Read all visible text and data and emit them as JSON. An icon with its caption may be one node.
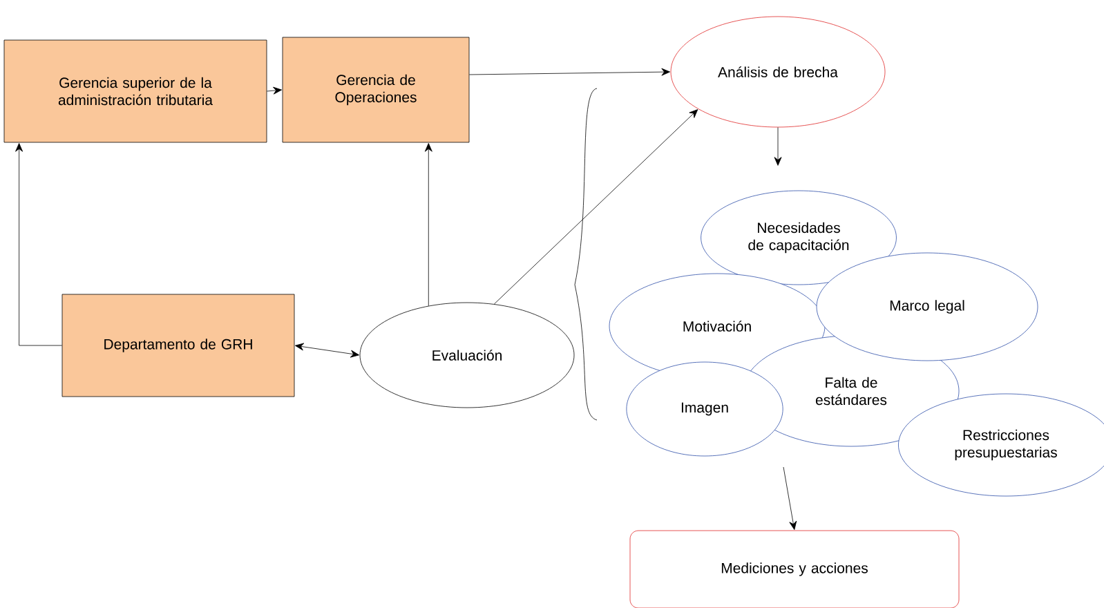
{
  "diagram": {
    "nodes": [
      {
        "text": [
          "Gerencia superior de la administración tributaria"
        ]
      },
      {
        "text": [
          "Gerencia de Operaciones"
        ]
      },
      {
        "text": [
          "Análisis de brecha"
        ]
      },
      {
        "text": [
          "Departamento de GRH"
        ]
      },
      {
        "text": [
          "Evaluación"
        ]
      },
      {
        "text": [
          "Necesidades de capacitación"
        ]
      },
      {
        "text": [
          "Motivación"
        ]
      },
      {
        "text": [
          "Marco legal"
        ]
      },
      {
        "text": [
          "Falta de estándares"
        ]
      },
      {
        "text": [
          "Imagen"
        ]
      },
      {
        "text": [
          "Restricciones presupuestarias"
        ]
      },
      {
        "text": [
          "Mediciones y acciones"
        ]
      }
    ],
    "edges": [
      {
        "from": 0,
        "to": 1,
        "arrow": "to"
      },
      {
        "from": 1,
        "to": 2,
        "arrow": "to"
      },
      {
        "from": 3,
        "to": 0,
        "arrow": "to"
      },
      {
        "from": 4,
        "to": 1,
        "arrow": "to"
      },
      {
        "from": 4,
        "to": 2,
        "arrow": "to"
      },
      {
        "from": 3,
        "to": 4,
        "arrow": "both"
      },
      {
        "from": 2,
        "to": null,
        "arrow": "to"
      },
      {
        "from": null,
        "to": 11,
        "arrow": "to"
      }
    ]
  }
}
